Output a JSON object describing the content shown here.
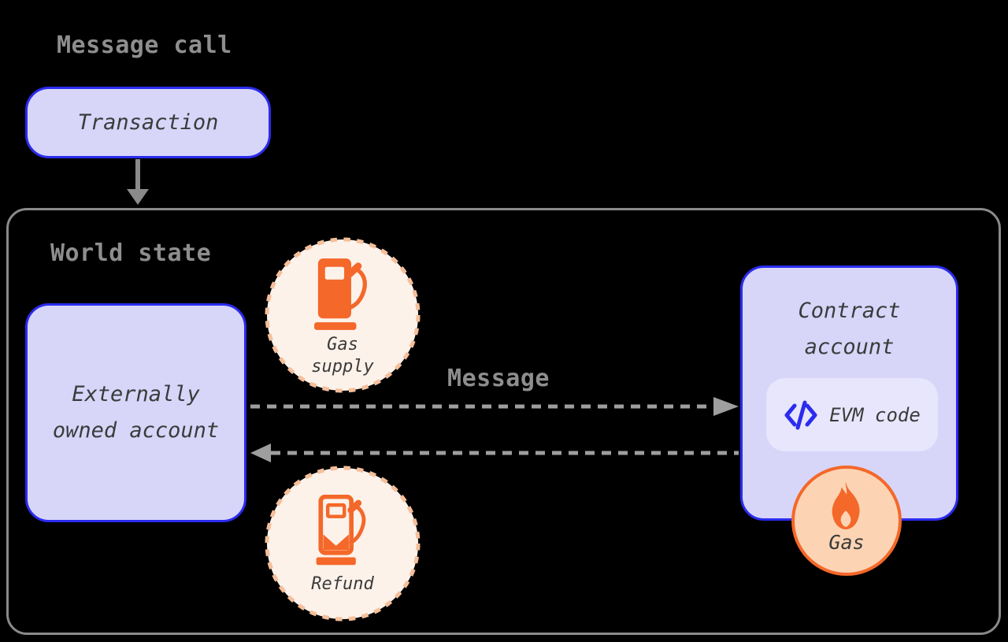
{
  "colors": {
    "background": "#000000",
    "lavender_fill": "#d7d6f9",
    "lavender_light": "#e7e6fc",
    "blue_border": "#2b2bef",
    "gray_text": "#8e8e8e",
    "border_gray": "#8a8a8a",
    "dash_gray": "#9e9e9e",
    "dark_text": "#3b3b3b",
    "orange": "#f4682a",
    "peach_fill": "#fcd4b4",
    "cream_fill": "#fdf2ea",
    "peach_dash_border": "#f5bf9b"
  },
  "header": {
    "title": "Message call"
  },
  "transaction": {
    "label": "Transaction"
  },
  "world_state": {
    "label": "World state",
    "eoa": {
      "line1": "Externally",
      "line2": "owned account"
    },
    "gas_supply": {
      "line1": "Gas",
      "line2": "supply",
      "icon": "gas-pump-icon"
    },
    "message_arrow": {
      "label": "Message"
    },
    "contract": {
      "line1": "Contract",
      "line2": "account",
      "evm_code_label": "EVM code",
      "icon": "code-icon"
    },
    "gas_burn": {
      "label": "Gas",
      "icon": "flame-icon"
    },
    "refund": {
      "label": "Refund",
      "icon": "gas-pump-outline-icon"
    }
  }
}
